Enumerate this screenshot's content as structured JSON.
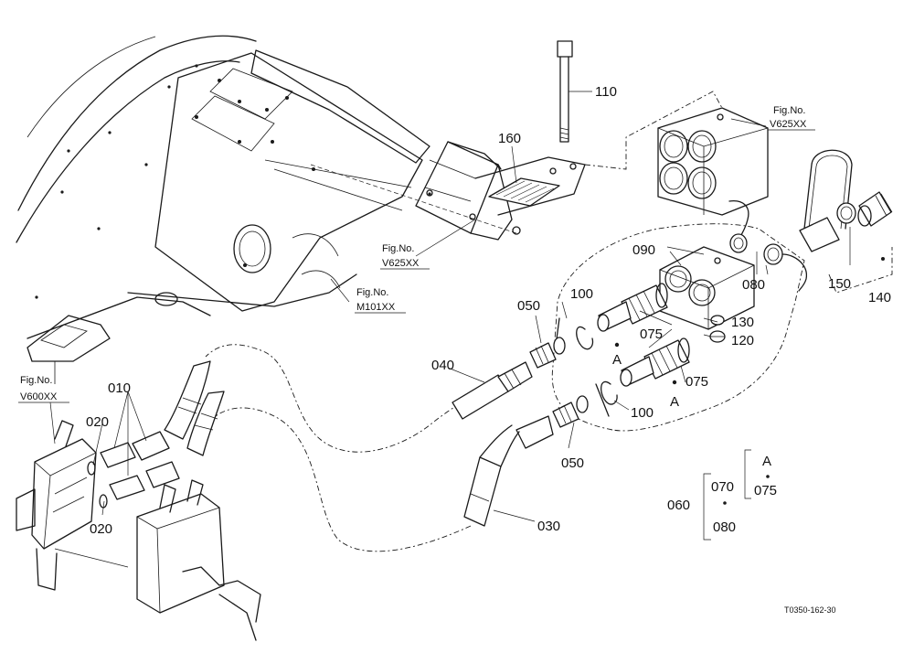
{
  "labels": {
    "p110": "110",
    "p160": "160",
    "p090": "090",
    "p080": "080",
    "p150": "150",
    "p140": "140",
    "p130": "130",
    "p120": "120",
    "p100_top": "100",
    "p100_bottom": "100",
    "p075_top": "075",
    "p075_bottom": "075",
    "p050_top": "050",
    "p050_bottom": "050",
    "p040": "040",
    "p030": "030",
    "p010": "010",
    "p020_top": "020",
    "p020_bottom": "020",
    "p060": "060",
    "p070": "070",
    "p080_set": "080",
    "p075_set": "075",
    "mark_a_top": "A",
    "mark_a_bottom": "A",
    "mark_a_set": "A"
  },
  "figure_refs": {
    "v625_right_line1": "Fig.No.",
    "v625_right_line2": "V625XX",
    "v625_center_line1": "Fig.No.",
    "v625_center_line2": "V625XX",
    "m101_line1": "Fig.No.",
    "m101_line2": "M101XX",
    "v600_line1": "Fig.No.",
    "v600_line2": "V600XX"
  },
  "drawing_code": "T0350-162-30"
}
